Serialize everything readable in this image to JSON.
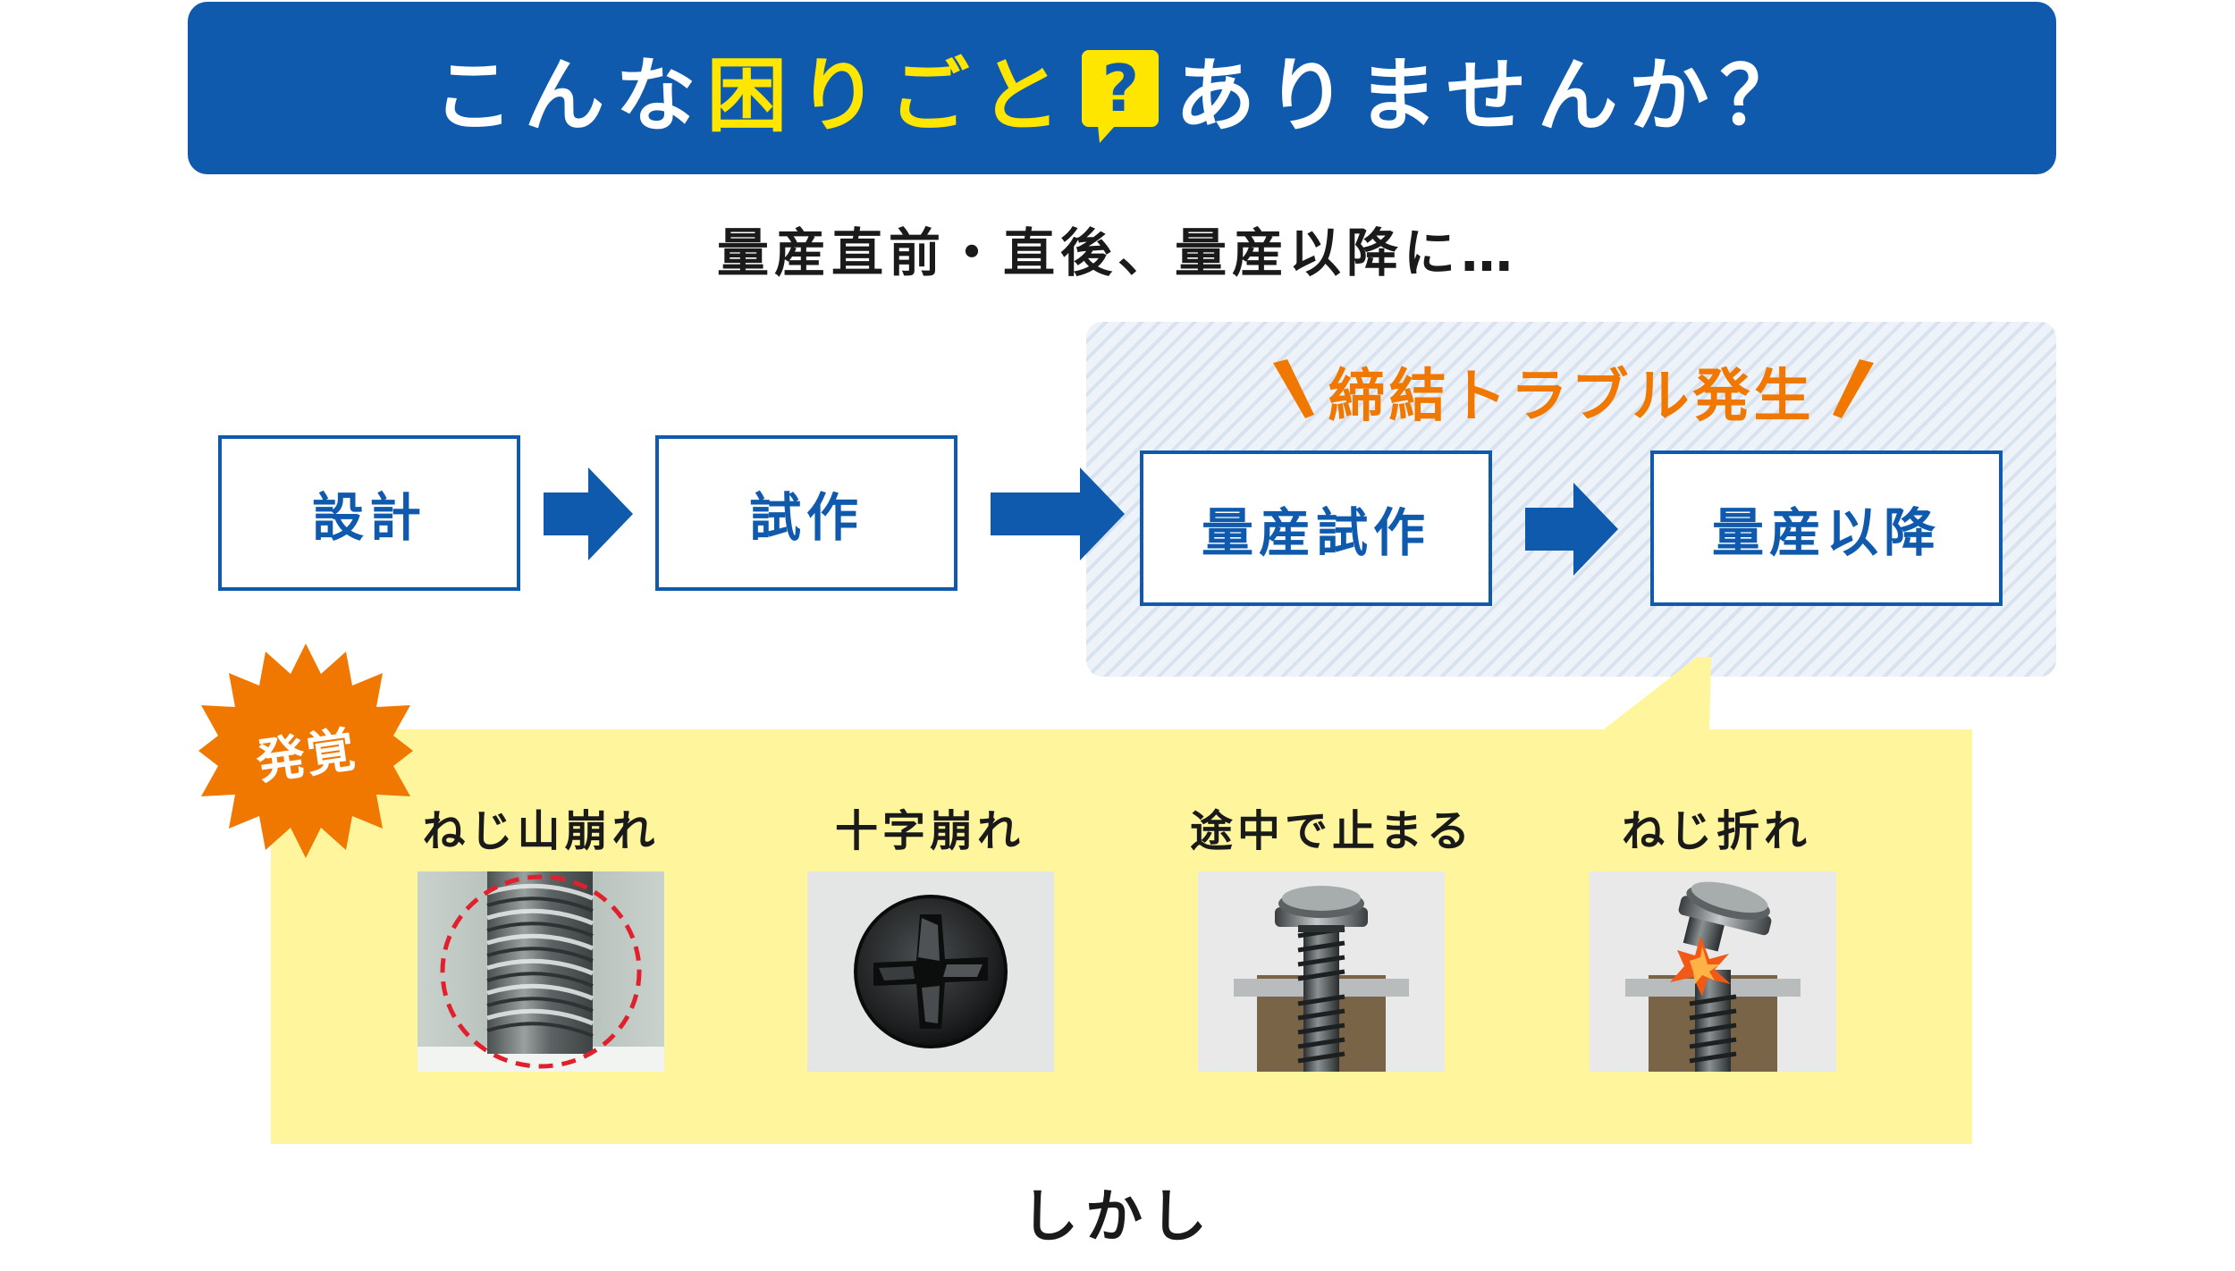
{
  "header": {
    "title_before": "こんな",
    "title_highlight": "困りごと",
    "title_question": "?",
    "title_after": "ありませんか？"
  },
  "subtitle": "量産直前・直後、量産以降に…",
  "trouble": {
    "label": "締結トラブル発生"
  },
  "process": {
    "steps": [
      {
        "label": "設計"
      },
      {
        "label": "試作"
      },
      {
        "label": "量産試作"
      },
      {
        "label": "量産以降"
      }
    ]
  },
  "discovery": {
    "badge": "発覚",
    "cases": [
      {
        "label": "ねじ山崩れ",
        "icon": "stripped-thread-photo"
      },
      {
        "label": "十字崩れ",
        "icon": "cam-out-cross-recess-photo"
      },
      {
        "label": "途中で止まる",
        "icon": "screw-stopped-midway-photo"
      },
      {
        "label": "ねじ折れ",
        "icon": "broken-screw-photo"
      }
    ]
  },
  "closing": "しかし",
  "colors": {
    "brand_blue": "#0f5aad",
    "highlight_yellow": "#ffe600",
    "alert_orange": "#f07800",
    "panel_yellow": "#fff59d"
  }
}
